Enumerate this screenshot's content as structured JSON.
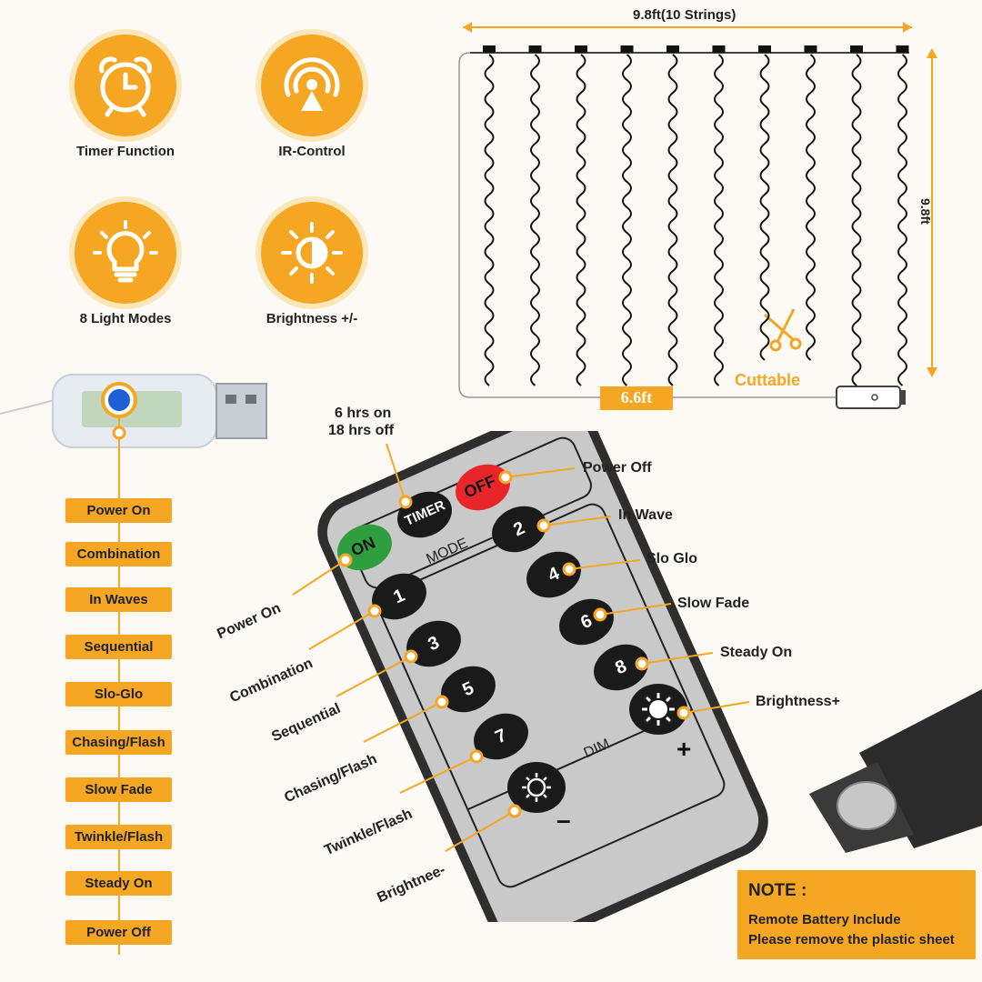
{
  "features": [
    {
      "label": "Timer Function",
      "icon": "alarm-clock-icon"
    },
    {
      "label": "IR-Control",
      "icon": "ir-signal-icon"
    },
    {
      "label": "8 Light Modes",
      "icon": "light-bulb-icon"
    },
    {
      "label": "Brightness +/-",
      "icon": "brightness-icon"
    }
  ],
  "curtain": {
    "width_label": "9.8ft(10 Strings)",
    "height_label": "9.8ft",
    "lead_label": "6.6ft",
    "cuttable_label": "Cuttable",
    "string_count": 10
  },
  "modes": [
    "Power On",
    "Combination",
    "In Waves",
    "Sequential",
    "Slo-Glo",
    "Chasing/Flash",
    "Slow Fade",
    "Twinkle/Flash",
    "Steady On",
    "Power Off"
  ],
  "remote": {
    "on_label": "ON",
    "off_label": "OFF",
    "timer_label": "TIMER",
    "mode_label": "MODE",
    "dim_label": "DIM",
    "plus_label": "+",
    "minus_label": "–",
    "buttons": [
      "1",
      "2",
      "3",
      "4",
      "5",
      "6",
      "7",
      "8"
    ]
  },
  "callouts": {
    "timer_line1": "6 hrs on",
    "timer_line2": "18 hrs off",
    "power_off": "Power Off",
    "in_wave": "In Wave",
    "slo_glo": "Slo Glo",
    "slow_fade": "Slow Fade",
    "steady_on": "Steady On",
    "brightness_plus": "Brightness+",
    "power_on": "Power On",
    "combination": "Combination",
    "sequential": "Sequential",
    "chasing_flash": "Chasing/Flash",
    "twinkle_flash": "Twinkle/Flash",
    "brightness_minus": "Brightnee-"
  },
  "note": {
    "title": "NOTE :",
    "line1": "Remote Battery Include",
    "line2": "Please remove the plastic sheet"
  },
  "colors": {
    "accent": "#f5a623",
    "on_button": "#2e9e3e",
    "off_button": "#e8262a"
  }
}
